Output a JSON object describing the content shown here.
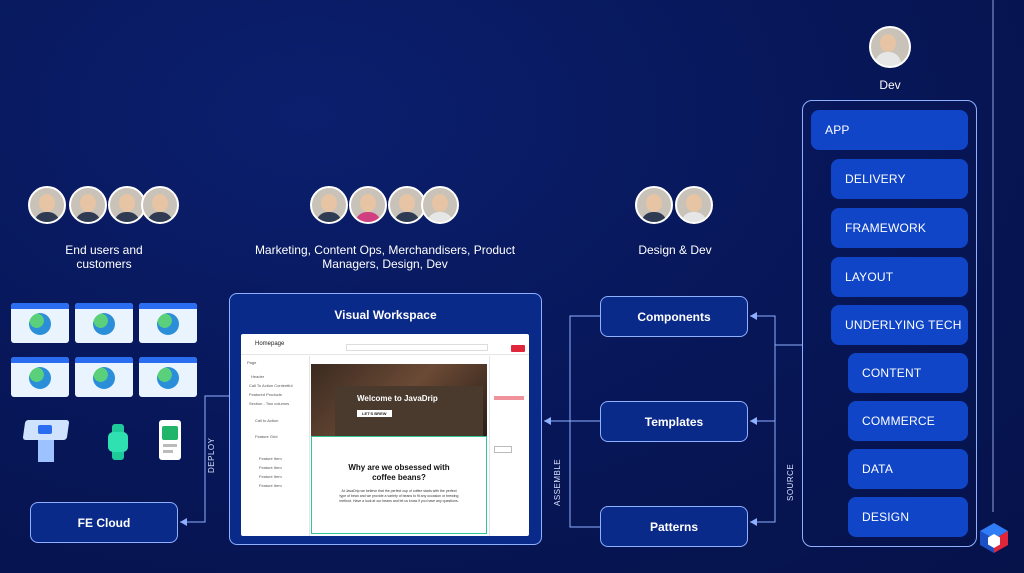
{
  "groups": {
    "end_users": {
      "label_line1": "End users and",
      "label_line2": "customers"
    },
    "marketing": {
      "label_line1": "Marketing, Content Ops, Merchandisers, Product",
      "label_line2": "Managers, Design, Dev"
    },
    "design_dev": {
      "label": "Design & Dev"
    },
    "dev": {
      "label": "Dev"
    }
  },
  "boxes": {
    "fe_cloud": "FE Cloud",
    "visual_workspace": "Visual Workspace",
    "components": "Components",
    "templates": "Templates",
    "patterns": "Patterns"
  },
  "flow_labels": {
    "deploy": "DEPLOY",
    "assemble": "ASSEMBLE",
    "source": "SOURCE"
  },
  "stack": [
    "APP",
    "DELIVERY",
    "FRAMEWORK",
    "LAYOUT",
    "UNDERLYING TECH",
    "CONTENT",
    "COMMERCE",
    "DATA",
    "DESIGN"
  ],
  "workspace": {
    "page_title": "Homepage",
    "hero_title": "Welcome to JavaDrip",
    "hero_button": "LET'S BREW",
    "section_title_line1": "Why are we obsessed with",
    "section_title_line2": "coffee beans?",
    "section_body": "At JavaDrip we believe that the perfect cup of coffee starts with the perfect type of bean and we provide a variety of beans to fit any occasion or brewing method. Have a look at our beans and let us know if you have any questions.",
    "tree_items": [
      "Page",
      "Header",
      "Call To Action Contentful",
      "Featured Products",
      "Section - Two columns",
      "Call to Action",
      "Feature Grid",
      "Feature Item",
      "Feature Item",
      "Feature Item",
      "Feature Item"
    ]
  },
  "colors": {
    "accent": "#1045c7",
    "background": "#071657",
    "border": "#8fb0ff"
  }
}
